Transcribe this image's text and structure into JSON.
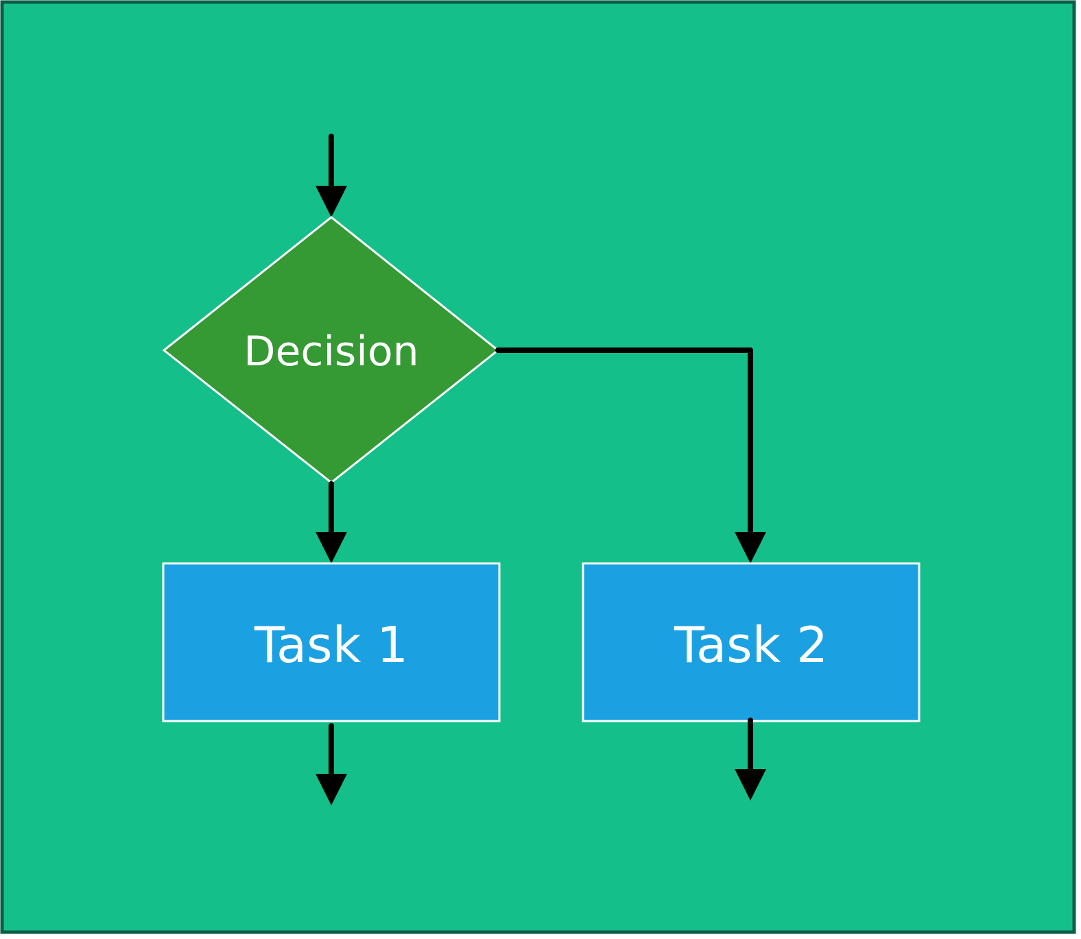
{
  "diagram": {
    "type": "flowchart",
    "colors": {
      "background": "#14BF8A",
      "border": "#0B5E46",
      "decision_fill": "#359934",
      "task_fill": "#1BA1E2",
      "shape_stroke": "#FFFFFF",
      "connector": "#000000",
      "text": "#FFFFFF"
    },
    "nodes": {
      "decision": {
        "label": "Decision",
        "shape": "diamond"
      },
      "task1": {
        "label": "Task 1",
        "shape": "rectangle"
      },
      "task2": {
        "label": "Task 2",
        "shape": "rectangle"
      }
    },
    "edges": [
      {
        "from": "entry",
        "to": "decision"
      },
      {
        "from": "decision",
        "to": "task1"
      },
      {
        "from": "decision",
        "to": "task2"
      },
      {
        "from": "task1",
        "to": "exit"
      },
      {
        "from": "task2",
        "to": "exit"
      }
    ]
  }
}
